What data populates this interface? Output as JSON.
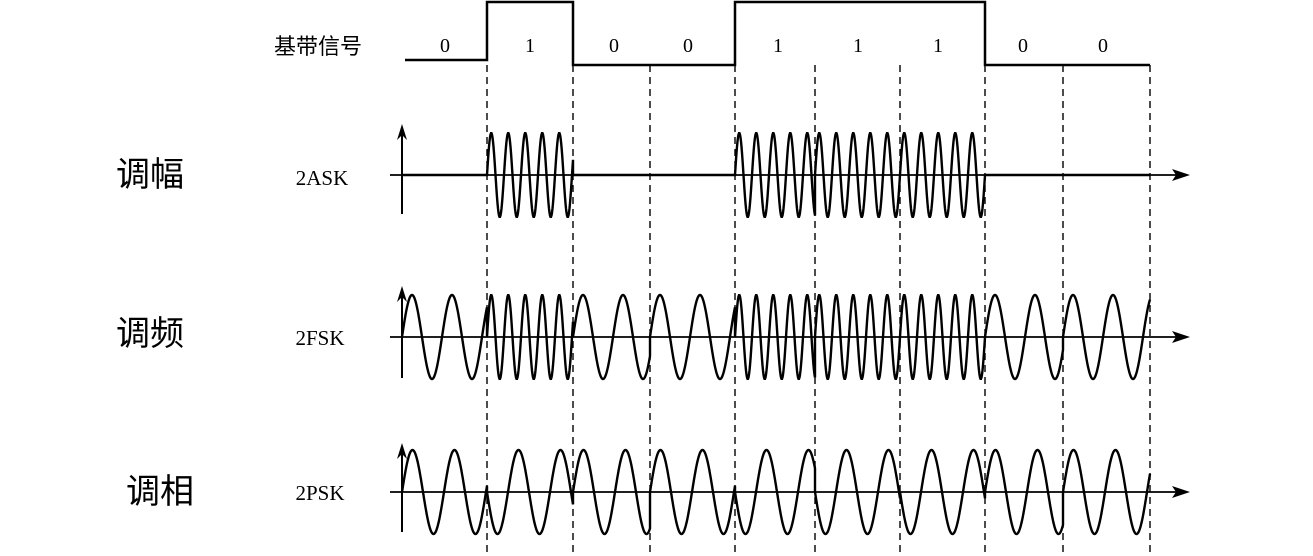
{
  "baseband": {
    "label": "基带信号",
    "bits": [
      "0",
      "1",
      "0",
      "0",
      "1",
      "1",
      "1",
      "0",
      "0"
    ]
  },
  "rows": [
    {
      "id": "ask",
      "category": "调幅",
      "signal": "2ASK"
    },
    {
      "id": "fsk",
      "category": "调频",
      "signal": "2FSK"
    },
    {
      "id": "psk",
      "category": "调相",
      "signal": "2PSK"
    }
  ],
  "colors": {
    "ink": "#000000",
    "background": "#ffffff"
  }
}
